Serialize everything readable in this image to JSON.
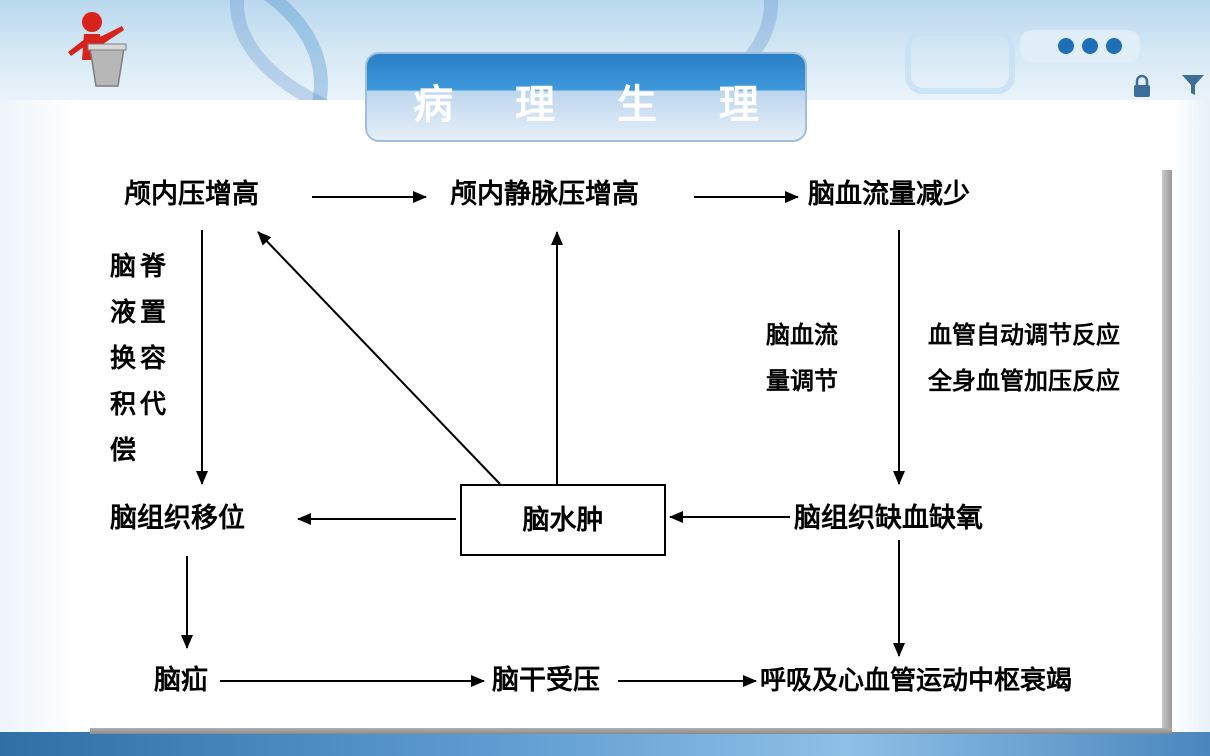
{
  "header": {
    "title": "病 理 生 理",
    "icons": [
      "presenter-figure-icon",
      "window-dots-icon",
      "lock-icon",
      "funnel-icon"
    ]
  },
  "diagram": {
    "nodes": {
      "icp_high": "颅内压增高",
      "venous_pressure_high": "颅内静脉压增高",
      "cbf_decrease": "脑血流量减少",
      "tissue_shift": "脑组织移位",
      "edema": "脑水肿",
      "ischemia_hypoxia": "脑组织缺血缺氧",
      "herniation": "脑疝",
      "brainstem_compression": "脑干受压",
      "center_failure": "呼吸及心血管运动中枢衰竭"
    },
    "csf_compensation": [
      "脑脊",
      "液置",
      "换容",
      "积代",
      "偿"
    ],
    "cbf_regulation": [
      "脑血流",
      "量调节"
    ],
    "regulation_reactions": [
      "血管自动调节反应",
      "全身血管加压反应"
    ]
  },
  "colors": {
    "accent": "#2a7fc6",
    "line": "#000000",
    "background": "#ffffff"
  }
}
